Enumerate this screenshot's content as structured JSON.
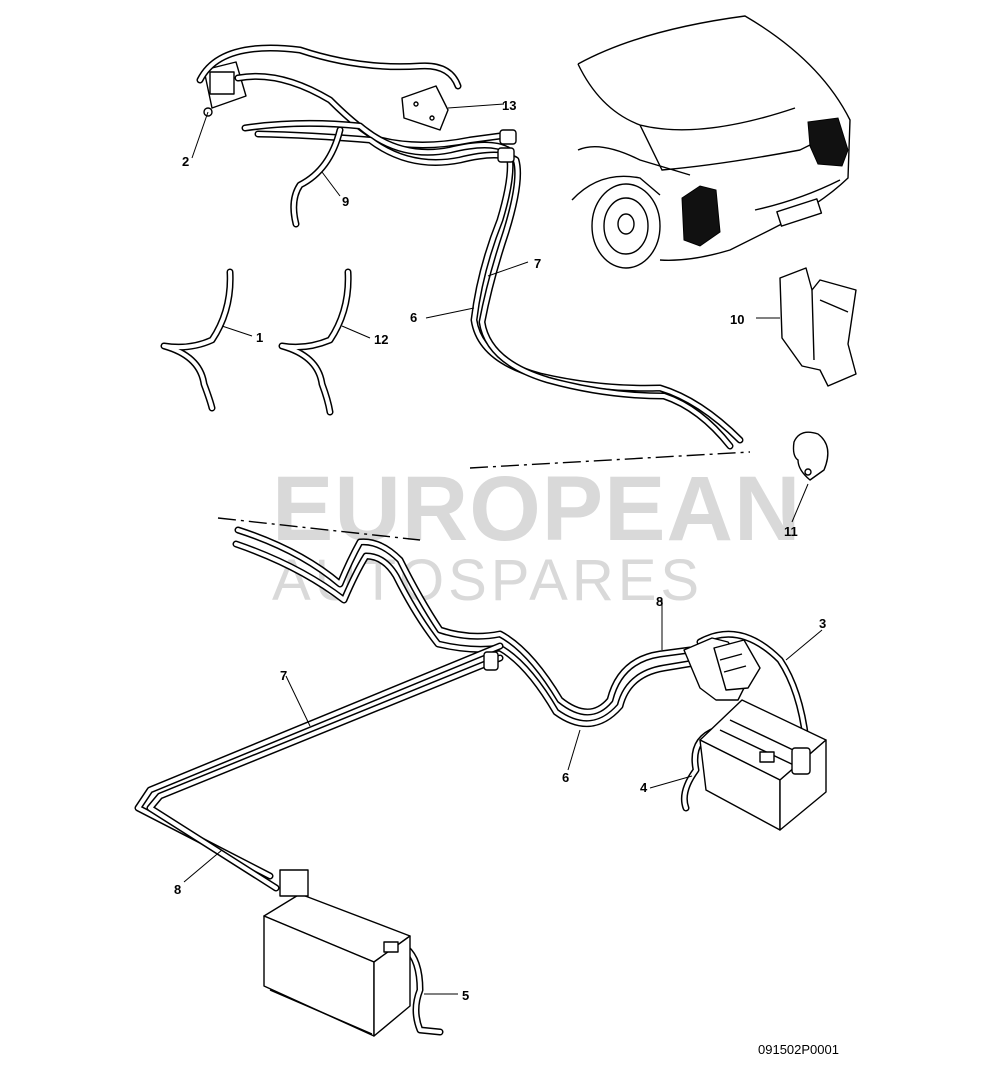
{
  "watermark": {
    "line1": "EUROPEAN",
    "line2": "AUTOSPARES"
  },
  "drawing_code": "091502P0001",
  "callouts": {
    "c1": "1",
    "c2": "2",
    "c3": "3",
    "c4": "4",
    "c5": "5",
    "c6a": "6",
    "c6b": "6",
    "c7a": "7",
    "c7b": "7",
    "c8a": "8",
    "c8b": "8",
    "c9": "9",
    "c10": "10",
    "c11": "11",
    "c12": "12",
    "c13": "13"
  },
  "icons": [
    "car-rear-view",
    "battery",
    "cable-clip",
    "battery-bracket",
    "fuse-box"
  ]
}
